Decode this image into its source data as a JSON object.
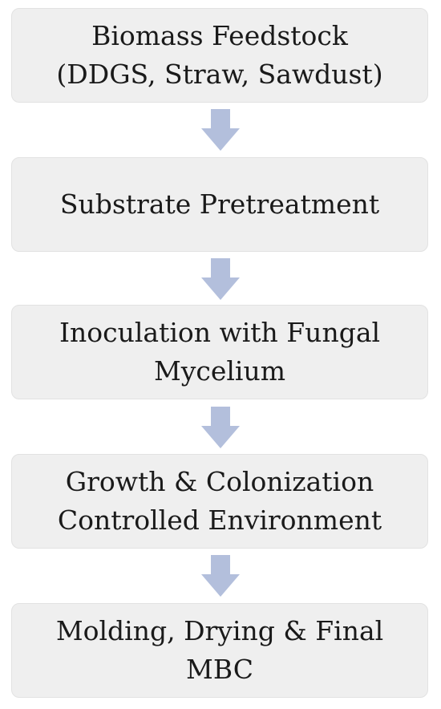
{
  "steps": [
    {
      "lines": [
        "Biomass Feedstock",
        "(DDGS, Straw, Sawdust)"
      ]
    },
    {
      "lines": [
        "Substrate Pretreatment"
      ]
    },
    {
      "lines": [
        "Inoculation with Fungal",
        "Mycelium"
      ]
    },
    {
      "lines": [
        "Growth & Colonization",
        "Controlled Environment"
      ]
    },
    {
      "lines": [
        "Molding, Drying & Final",
        "MBC"
      ]
    }
  ],
  "colors": {
    "box_fill": "#efefef",
    "arrow_fill": "#b3bfdc",
    "text": "#1a1a1a"
  }
}
